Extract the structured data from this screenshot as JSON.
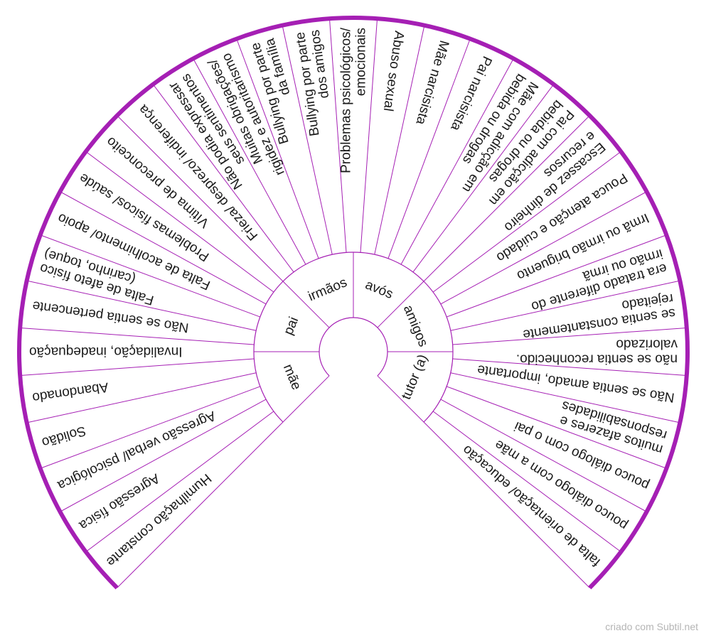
{
  "outer_labels": [
    "Humilhação constante",
    "Agressão física",
    "Agressão verbal/ psicológica",
    "Solidão",
    "Abandonado",
    "Invalidação, inadequação",
    "Não se sentia pertencente",
    [
      "Falta de afeto físico",
      "(carinho, toque)"
    ],
    "Falta de acolhimento/ apoio",
    "Problemas físicos/ saúde",
    "Vítima de preconceito",
    "Frieza/ desprezo/ indiferença",
    [
      "Não podia expressar",
      "seus sentimentos"
    ],
    [
      "Muitas obrigações/",
      "rigidez e autoritarismo"
    ],
    [
      "Bullying por parte",
      "da família"
    ],
    [
      "Bullying por parte",
      "dos amigos"
    ],
    [
      "Problemas psicológicos/",
      "emocionais"
    ],
    "Abuso sexual",
    "Mãe narcisista",
    "Pai narcisista",
    [
      "Mãe com adicção em",
      "bebida ou drogas"
    ],
    [
      "Pai com adicção em",
      "bebida ou drogas"
    ],
    [
      "Escassez de dinheiro",
      "e recursos"
    ],
    "Pouca atenção e cuidado",
    "Irmã ou irmão briguento",
    [
      "era tratado diferente do",
      "irmão ou irmã"
    ],
    [
      "se sentia constantemente",
      "rejeitado"
    ],
    [
      "não se sentia reconhecido.",
      "valorizado"
    ],
    "Não se sentia amado, importante",
    [
      "muitos afazeres e",
      "responsabilidades"
    ],
    "pouco diálogo com o pai",
    "pouco diálogo com a mãe",
    "falta de orientação/ educação"
  ],
  "inner_labels": [
    "mãe",
    "pai",
    "irmãos",
    "avós",
    "amigos",
    "tutor (a)"
  ],
  "colors": {
    "accent": "#a51fb4",
    "divider": "#a51fb4",
    "text": "#1a1a1a",
    "credit": "#b5b5b5"
  },
  "credit": "criado com Subtil.net"
}
